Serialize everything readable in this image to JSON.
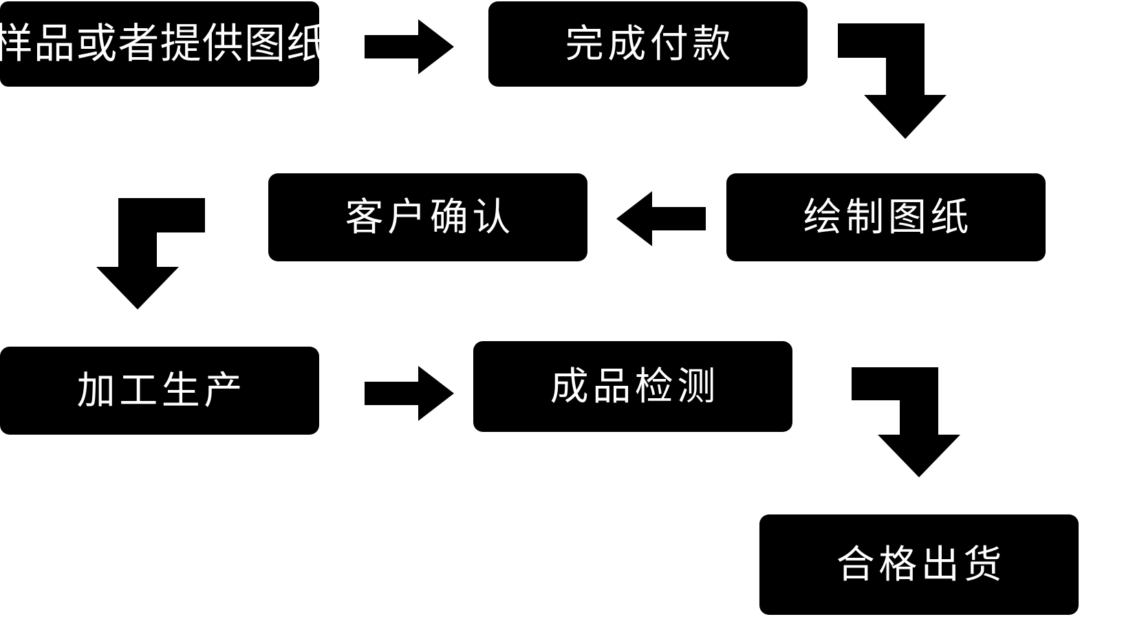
{
  "diagram": {
    "title": "",
    "background_color": "#ffffff",
    "node_fill_color": "#000000",
    "node_text_color": "#ffffff",
    "connector_color": "#000000",
    "type": "flowchart",
    "nodes": [
      {
        "id": "sample",
        "label": "样品或者提供图纸",
        "order": 1
      },
      {
        "id": "payment",
        "label": "完成付款",
        "order": 2
      },
      {
        "id": "drawing",
        "label": "绘制图纸",
        "order": 3
      },
      {
        "id": "confirm",
        "label": "客户确认",
        "order": 4
      },
      {
        "id": "production",
        "label": "加工生产",
        "order": 5
      },
      {
        "id": "inspection",
        "label": "成品检测",
        "order": 6
      },
      {
        "id": "shipping",
        "label": "合格出货",
        "order": 7
      }
    ],
    "connectors": [
      {
        "id": "sample-to-payment",
        "from": "sample",
        "to": "payment",
        "style": "straight",
        "direction": "right"
      },
      {
        "id": "payment-to-drawing",
        "from": "payment",
        "to": "drawing",
        "style": "elbow",
        "direction": "right-then-down"
      },
      {
        "id": "drawing-to-confirm",
        "from": "drawing",
        "to": "confirm",
        "style": "straight",
        "direction": "left"
      },
      {
        "id": "confirm-to-production",
        "from": "confirm",
        "to": "production",
        "style": "elbow",
        "direction": "left-then-down"
      },
      {
        "id": "production-to-inspection",
        "from": "production",
        "to": "inspection",
        "style": "straight",
        "direction": "right"
      },
      {
        "id": "inspection-to-shipping",
        "from": "inspection",
        "to": "shipping",
        "style": "elbow",
        "direction": "right-then-down"
      }
    ]
  }
}
